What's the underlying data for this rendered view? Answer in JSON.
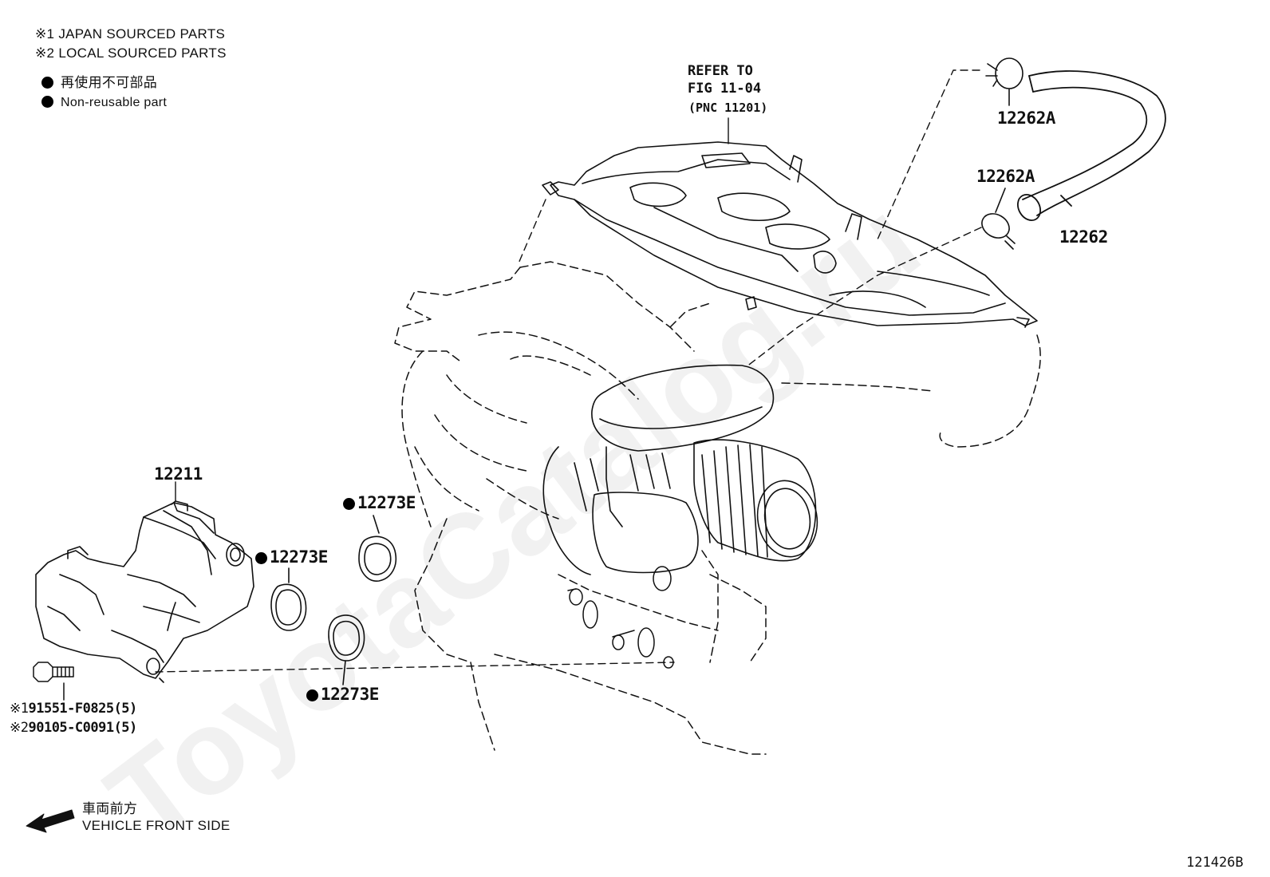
{
  "legend": {
    "japan_mark": "※1",
    "japan_text": "JAPAN SOURCED PARTS",
    "local_mark": "※2",
    "local_text": "LOCAL SOURCED PARTS",
    "nonreusable_jp": "再使用不可部品",
    "nonreusable_en": "Non-reusable part"
  },
  "refer": {
    "line1": "REFER TO",
    "line2": "FIG 11-04",
    "line3": "(PNC 11201)"
  },
  "parts": {
    "hose_clamp_top": "12262A",
    "hose_clamp_lower": "12262A",
    "hose": "12262",
    "separator": "12211",
    "gasket_a": "12273E",
    "gasket_b": "12273E",
    "gasket_c": "12273E"
  },
  "bolts": {
    "jp_mark": "※1",
    "jp_part": "91551-F0825(5)",
    "local_mark": "※2",
    "local_part": "90105-C0091(5)"
  },
  "direction": {
    "jp": "車両前方",
    "en": "VEHICLE FRONT SIDE"
  },
  "watermark": "ToyotaCatalog.ru",
  "figure_id": "121426B",
  "style": {
    "line_color": "#111111",
    "marker_color": "#000000"
  }
}
